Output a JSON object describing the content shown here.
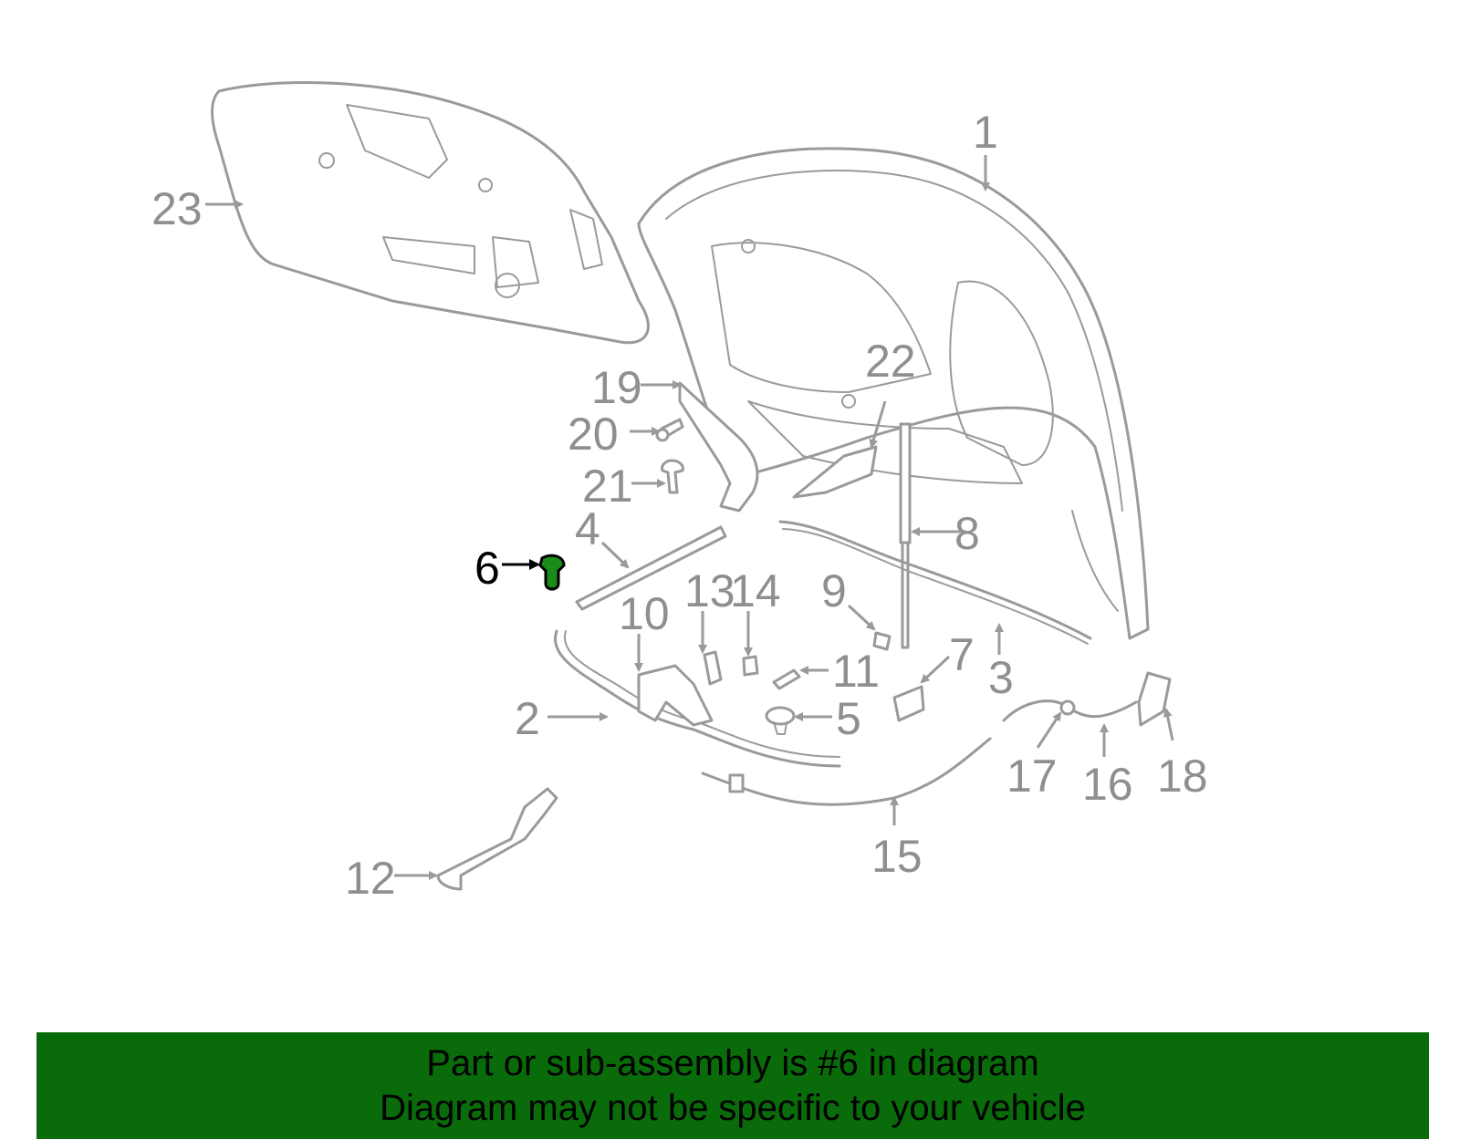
{
  "diagram": {
    "highlight_part": "6",
    "highlight_color": "#1a8c1a",
    "callouts": [
      "1",
      "2",
      "3",
      "4",
      "5",
      "6",
      "7",
      "8",
      "9",
      "10",
      "11",
      "12",
      "13",
      "14",
      "15",
      "16",
      "17",
      "18",
      "19",
      "20",
      "21",
      "22",
      "23"
    ]
  },
  "banner": {
    "line1": "Part or sub-assembly is #6 in diagram",
    "line2": "Diagram may not be specific to your vehicle",
    "background": "#0a6b0a"
  }
}
